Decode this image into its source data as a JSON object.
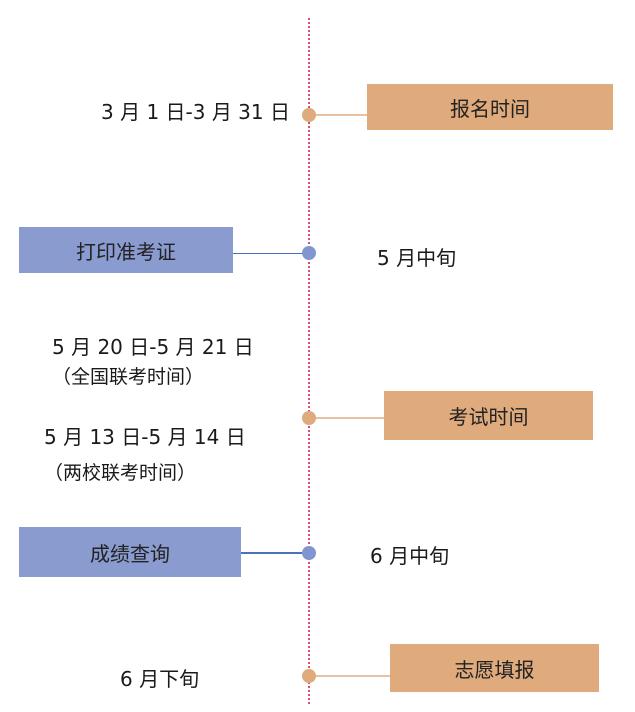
{
  "stages": {
    "registration": {
      "label": "报名时间",
      "date": "3 月 1 日-3 月 31 日"
    },
    "admission_ticket": {
      "label": "打印准考证",
      "date": "5 月中旬"
    },
    "exam": {
      "label": "考试时间",
      "joint_exam_date": "5 月 20 日-5 月 21 日",
      "joint_exam_note": "（全国联考时间）",
      "two_school_date": "5 月 13 日-5 月 14 日",
      "two_school_note": "（两校联考时间）"
    },
    "score_query": {
      "label": "成绩查询",
      "date": "6 月中旬"
    },
    "application": {
      "label": "志愿填报",
      "date": "6 月下旬"
    }
  },
  "colors": {
    "axis": "#d9506e",
    "orange": "#dfaa7c",
    "blue": "#8a9bd0",
    "blue_line": "#4f6fbf"
  }
}
